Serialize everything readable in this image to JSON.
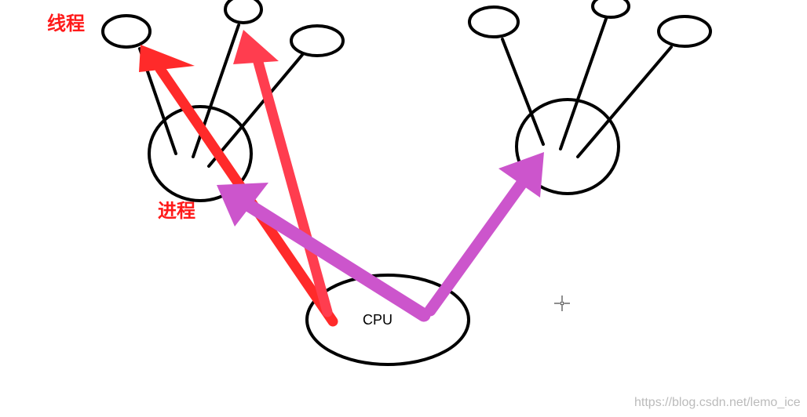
{
  "labels": {
    "thread": "线程",
    "process": "进程",
    "cpu": "CPU"
  },
  "watermark": "https://blog.csdn.net/lemo_ice",
  "colors": {
    "outline": "#000000",
    "thread_arrow": "#ff2a2a",
    "thread_arrow_2": "#ff3d4f",
    "process_arrow": "#cc55cc",
    "label_red": "#ff1a1a",
    "watermark": "#bbbbbb"
  },
  "nodes": [
    {
      "role": "thread",
      "group": "left"
    },
    {
      "role": "thread",
      "group": "left"
    },
    {
      "role": "thread",
      "group": "left"
    },
    {
      "role": "process",
      "group": "left"
    },
    {
      "role": "thread",
      "group": "right"
    },
    {
      "role": "thread",
      "group": "right"
    },
    {
      "role": "thread",
      "group": "right"
    },
    {
      "role": "process",
      "group": "right"
    },
    {
      "role": "cpu"
    }
  ]
}
